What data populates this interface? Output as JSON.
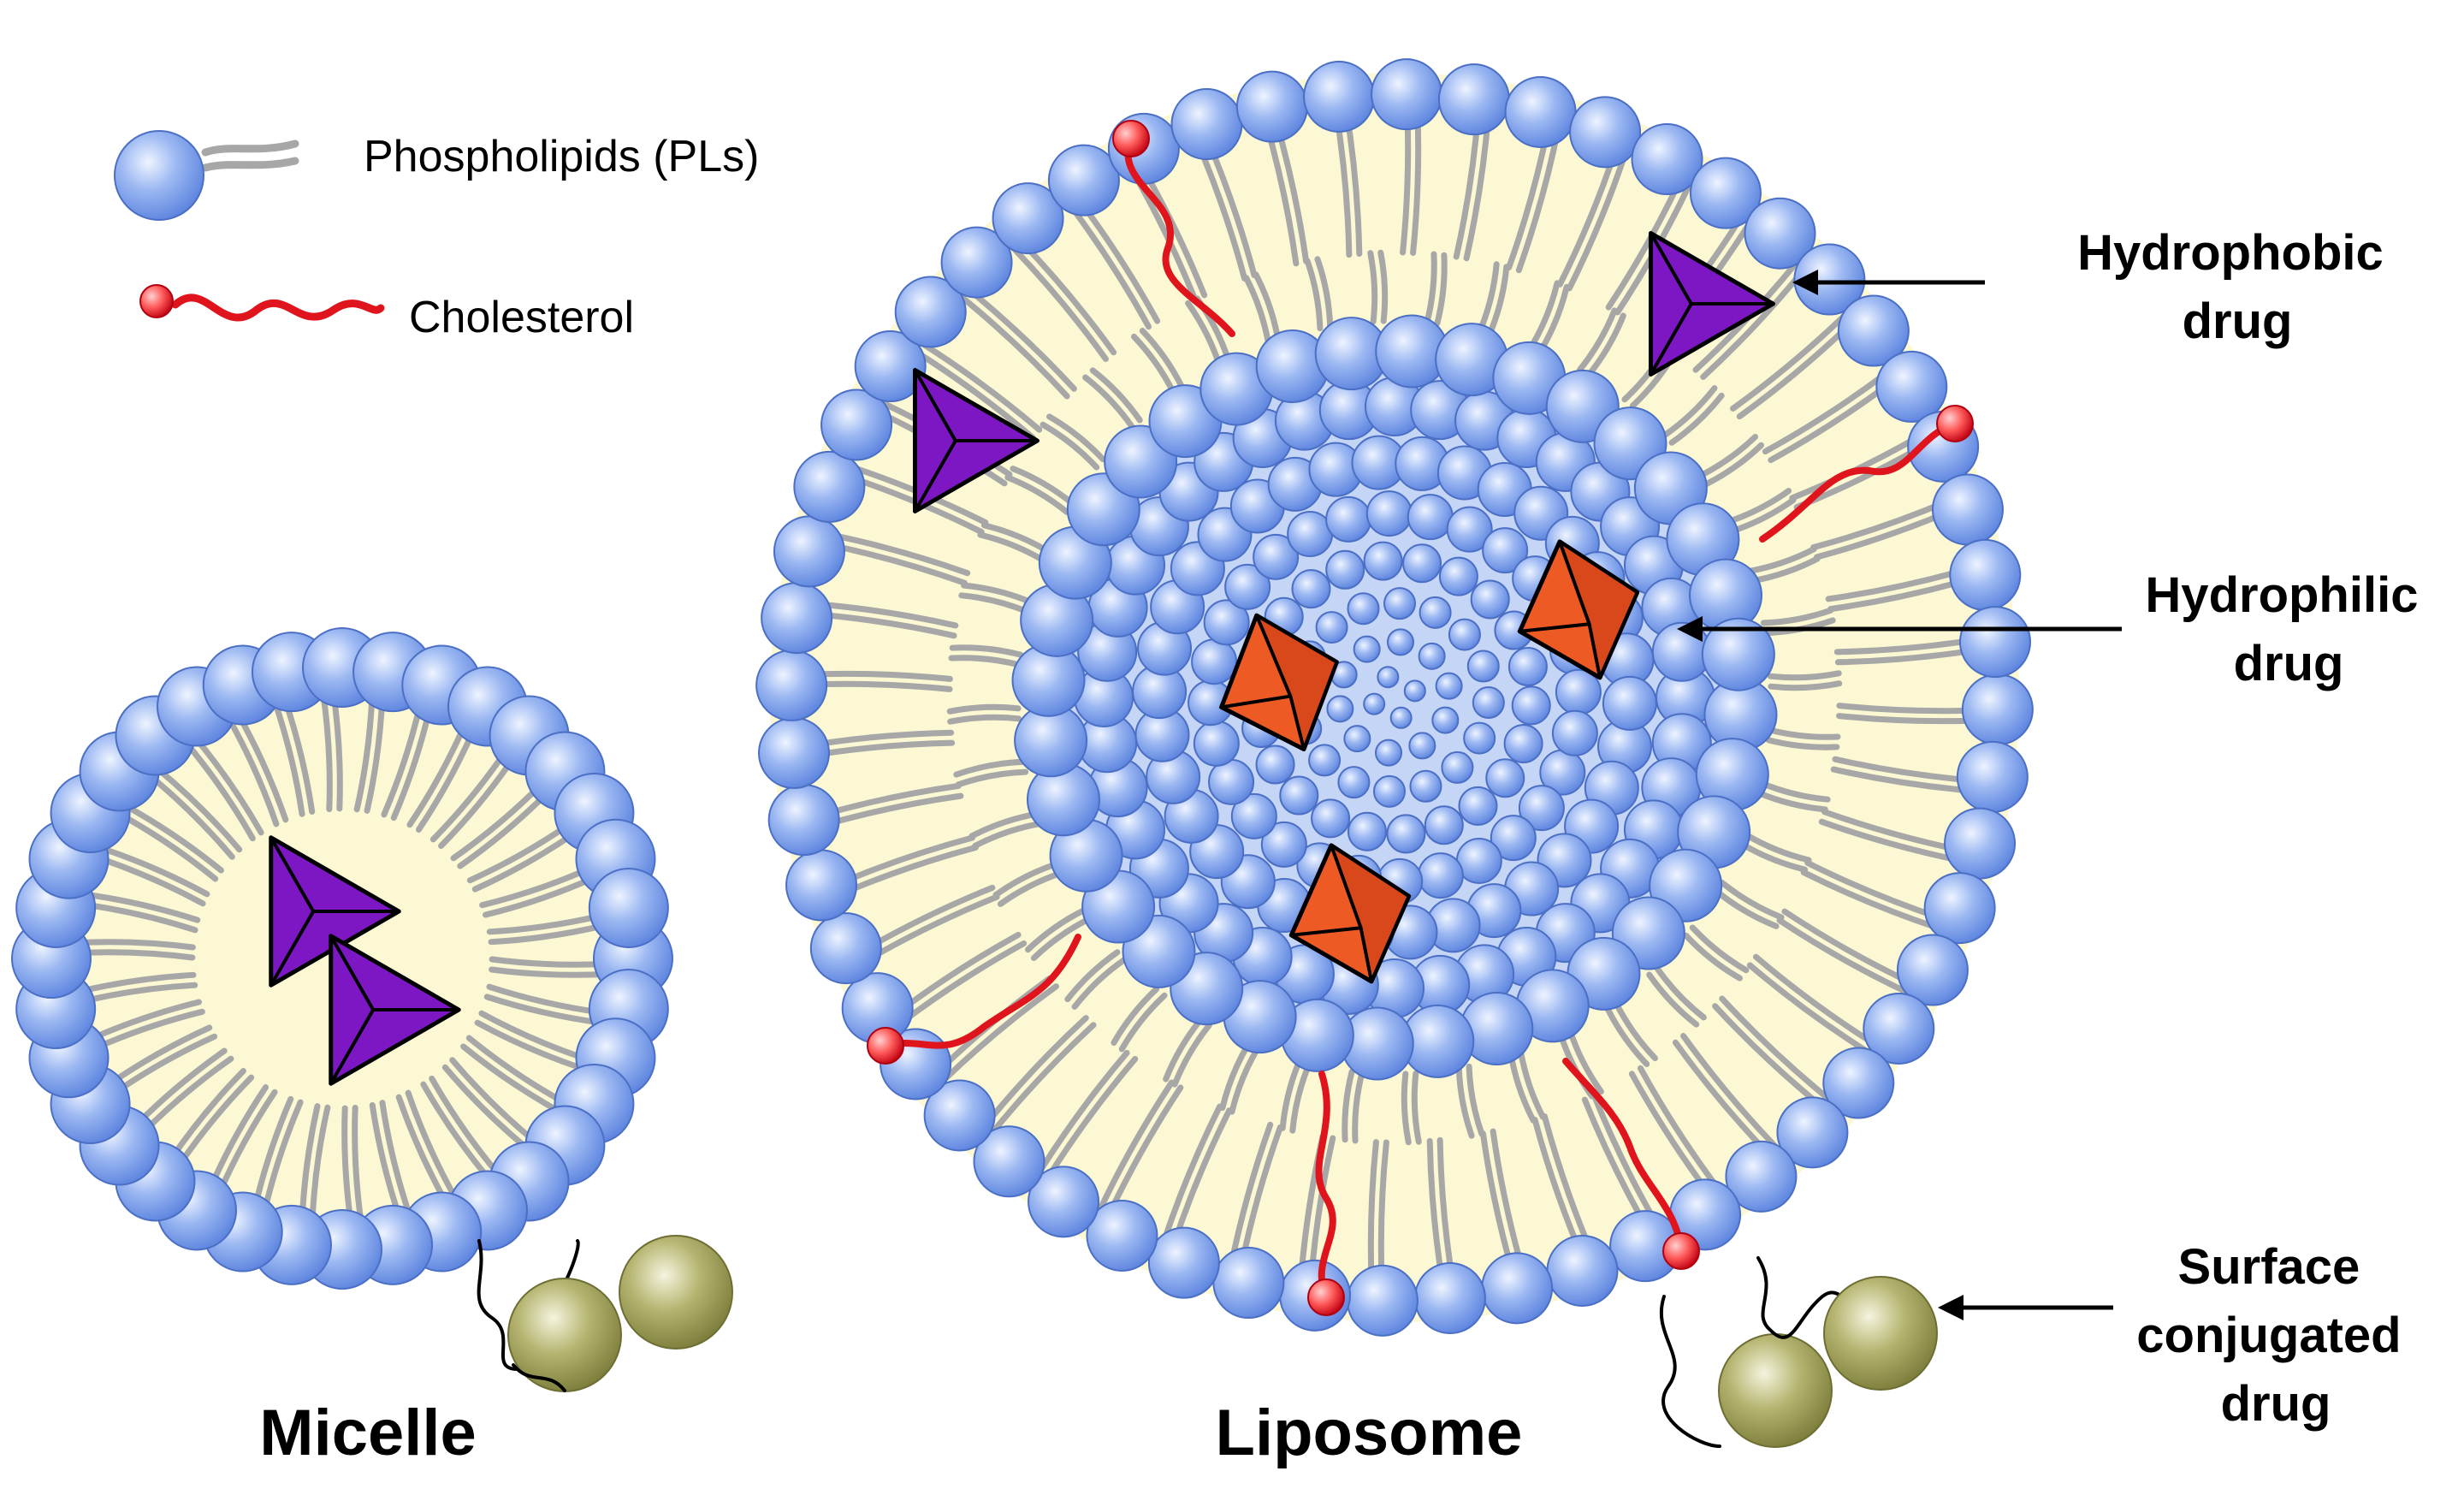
{
  "legend": {
    "phospholipid_label": "Phospholipids (PLs)",
    "cholesterol_label": "Cholesterol"
  },
  "callouts": {
    "hydrophobic": [
      "Hydrophobic",
      "drug"
    ],
    "hydrophilic": [
      "Hydrophilic",
      "drug"
    ],
    "surface": [
      "Surface",
      "conjugated",
      "drug"
    ]
  },
  "titles": {
    "micelle": "Micelle",
    "liposome": "Liposome"
  },
  "colors": {
    "head_light": "#dbe8ff",
    "head_dark": "#5f86e0",
    "head_stroke": "#4b6fc4",
    "tail": "#a7a7a7",
    "core_fill": "#fbf8d3",
    "cholesterol": "#e0141c",
    "hydrophobic_drug": "#7d17c4",
    "hydrophilic_drug": "#ee5a24",
    "conjugate_drug": "#9a9b4f"
  }
}
